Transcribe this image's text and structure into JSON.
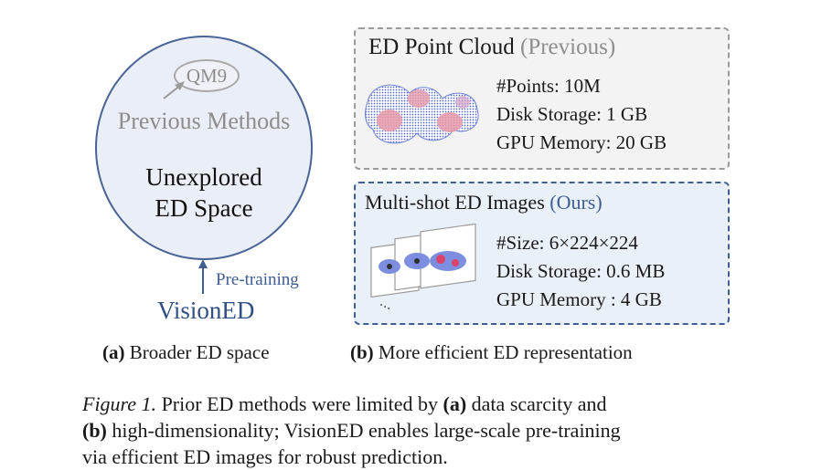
{
  "panel_a": {
    "inner_label": "QM9",
    "previous_methods": "Previous Methods",
    "unexplored_line1": "Unexplored",
    "unexplored_line2": "ED  Space",
    "pretraining": "Pre-training",
    "visioned": "VisionED",
    "caption_tag": "(a)",
    "caption_text": " Broader ED space"
  },
  "panel_b": {
    "top_title": "ED Point Cloud",
    "top_title_suffix": " (Previous)",
    "top_stats": [
      "#Points: 10M",
      "Disk Storage: 1 GB",
      "GPU Memory: 20 GB"
    ],
    "bottom_title": "Multi-shot ED Images",
    "bottom_title_suffix": "  (Ours)",
    "bottom_stats": [
      "#Size: 6×224×224",
      "Disk Storage: 0.6 MB",
      "GPU Memory : 4 GB"
    ],
    "caption_tag": "(b)",
    "caption_text": " More efficient ED representation"
  },
  "figure_caption": {
    "label": "Figure 1.",
    "part1": " Prior ED methods were limited by ",
    "a": "(a)",
    "part2": " data scarcity and",
    "b": "(b)",
    "part3": " high-dimensionality; VisionED enables large-scale pre-training",
    "line3": "via efficient ED images for robust prediction."
  }
}
